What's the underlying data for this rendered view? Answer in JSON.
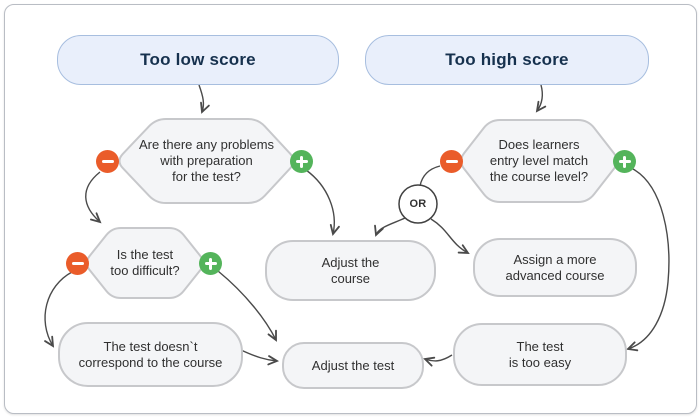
{
  "nodes": {
    "too_low": "Too low score",
    "too_high": "Too high score",
    "prep_q": "Are there any problems\nwith preparation\nfor the test?",
    "entry_q": "Does learners\nentry level match\nthe course level?",
    "difficult_q": "Is the test\ntoo difficult?",
    "adjust_course": "Adjust the\ncourse",
    "assign_course": "Assign a more\nadvanced course",
    "not_correspond": "The test doesn`t\ncorrespond to the course",
    "adjust_test": "Adjust the test",
    "too_easy": "The test\nis too easy",
    "or": "OR"
  },
  "edges": [
    {
      "from": "too-low-score",
      "to": "prep-question"
    },
    {
      "from": "too-high-score",
      "to": "entry-question"
    },
    {
      "from": "prep-question",
      "via": "minus",
      "to": "difficult-question"
    },
    {
      "from": "prep-question",
      "via": "plus",
      "to": "adjust-course"
    },
    {
      "from": "entry-question",
      "via": "minus",
      "to": "or-connector"
    },
    {
      "from": "or-connector",
      "to": "adjust-course"
    },
    {
      "from": "or-connector",
      "to": "assign-advanced-course"
    },
    {
      "from": "entry-question",
      "via": "plus",
      "to": "test-too-easy"
    },
    {
      "from": "difficult-question",
      "via": "minus",
      "to": "test-not-correspond"
    },
    {
      "from": "difficult-question",
      "via": "plus",
      "to": "adjust-test"
    },
    {
      "from": "test-not-correspond",
      "to": "adjust-test"
    },
    {
      "from": "test-too-easy",
      "to": "adjust-test"
    }
  ],
  "colors": {
    "pill_bg": "#e9effb",
    "pill_border": "#a7bedf",
    "pill_text": "#16314e",
    "node_bg": "#f4f5f7",
    "node_border": "#c7c8cb",
    "minus_badge": "#ea5c2a",
    "plus_badge": "#54b45b",
    "arrow": "#4a4a4a"
  }
}
